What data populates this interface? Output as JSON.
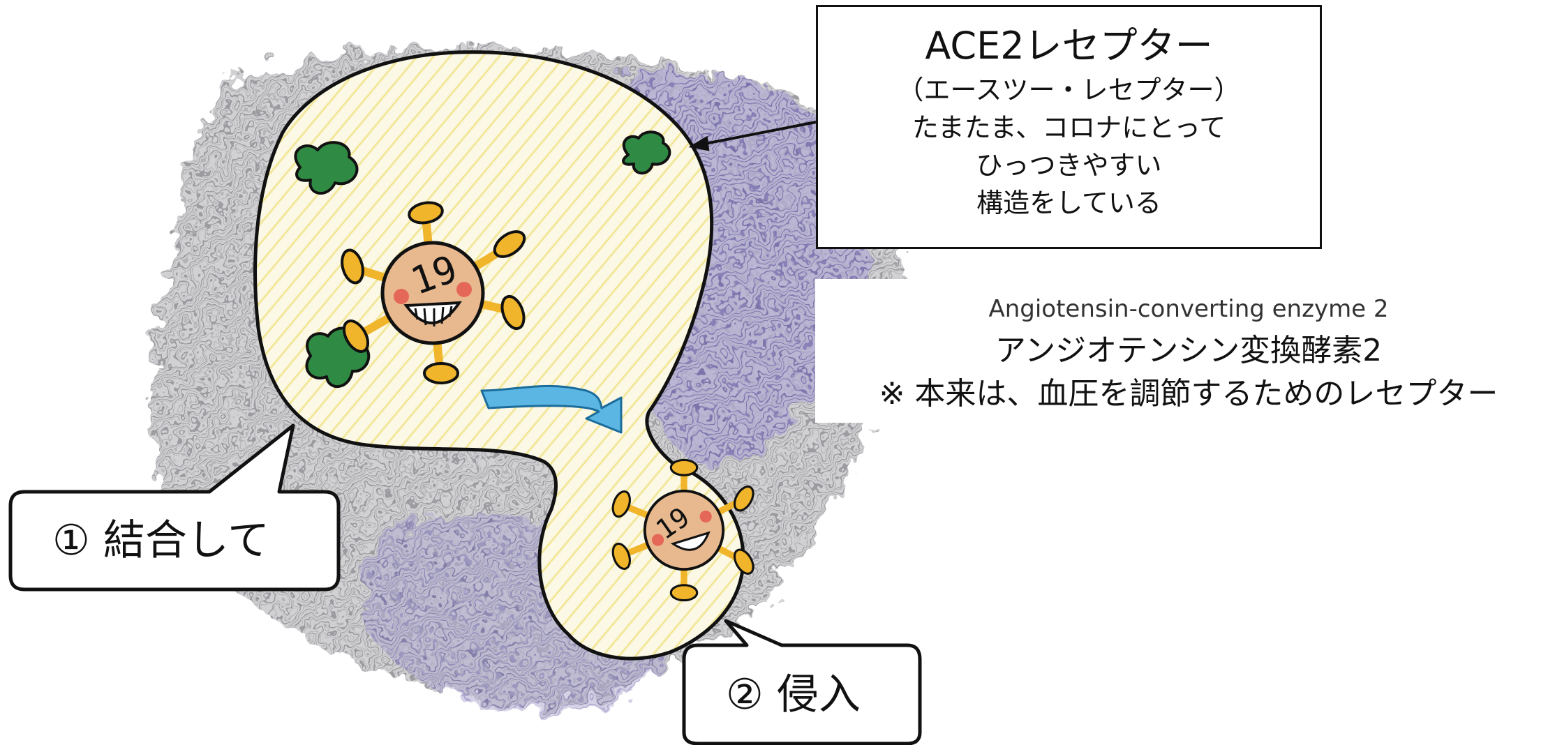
{
  "receptor_box": {
    "title": "ACE2レセプター",
    "lines": [
      "（エースツー・レセプター）",
      "たまたま、コロナにとって",
      "ひっつきやすい",
      "構造をしている"
    ]
  },
  "enzyme_note": {
    "english": "Angiotensin-converting enzyme 2",
    "japanese": "アンジオテンシン変換酵素2",
    "note": "※ 本来は、血圧を調節するためのレセプター"
  },
  "steps": [
    {
      "label": "①  結合して"
    },
    {
      "label": "②  侵入"
    }
  ],
  "virus_label": "19",
  "colors": {
    "background_grey": "#8f8f95",
    "background_purple": "#7c72b8",
    "cell_fill": "#fbf8e6",
    "cell_yellow_scribble": "#f3e79a",
    "virus_body": "#e8b98f",
    "virus_spike": "#f0b52a",
    "receptor_green": "#2f8a44",
    "arrow_blue": "#5bb6e4",
    "cheek_red": "#e4534a"
  },
  "icons": [
    "virus-icon",
    "receptor-icon",
    "arrow-icon"
  ]
}
